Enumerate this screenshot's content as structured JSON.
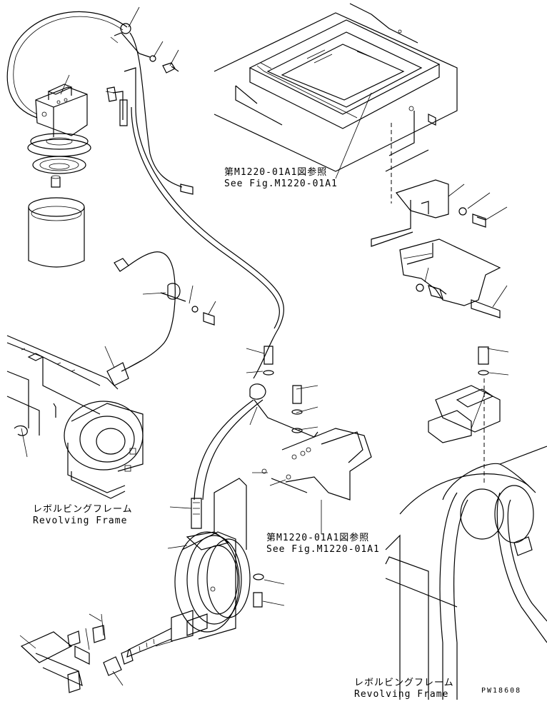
{
  "references": {
    "top": {
      "ja": "第M1220-01A1図参照",
      "en": "See Fig.M1220-01A1"
    },
    "middle": {
      "ja": "第M1220-01A1図参照",
      "en": "See Fig.M1220-01A1"
    }
  },
  "frame_labels": {
    "left": {
      "ja": "レボルビングフレーム",
      "en": "Revolving Frame"
    },
    "right": {
      "ja": "レボルビングフレーム",
      "en": "Revolving Frame"
    }
  },
  "drawing_code": "PW18608"
}
